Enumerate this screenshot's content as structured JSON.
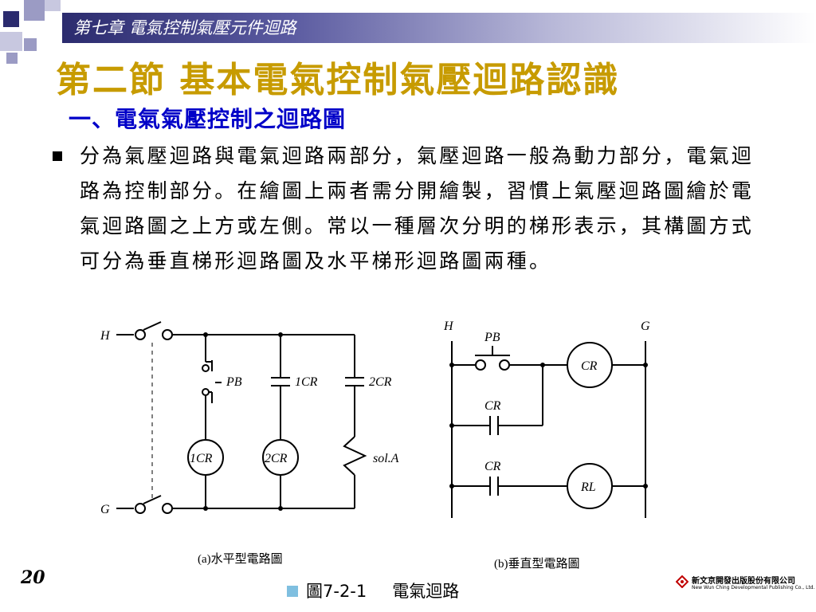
{
  "header": {
    "chapter": "第七章  電氣控制氣壓元件迴路"
  },
  "slide": {
    "title": "第二節 基本電氣控制氣壓迴路認識",
    "subtitle": "一、電氣氣壓控制之迴路圖",
    "bullet": "分為氣壓迴路與電氣迴路兩部分，氣壓迴路一般為動力部分，電氣迴路為控制部分。在繪圖上兩者需分開繪製，習慣上氣壓迴路圖繪於電氣迴路圖之上方或左側。常以一種層次分明的梯形表示，其構圖方式可分為垂直梯形迴路圖及水平梯形迴路圖兩種。"
  },
  "diagram_a": {
    "label_H": "H",
    "label_G": "G",
    "label_PB": "PB",
    "label_1CR_contact": "1CR",
    "label_2CR_contact": "2CR",
    "label_1CR_coil": "1CR",
    "label_2CR_coil": "2CR",
    "label_sol": "sol.A",
    "caption": "(a)水平型電路圖"
  },
  "diagram_b": {
    "label_H": "H",
    "label_G": "G",
    "label_PB": "PB",
    "label_CR_contact1": "CR",
    "label_CR_contact2": "CR",
    "label_CR_coil": "CR",
    "label_RL_coil": "RL",
    "caption": "(b)垂直型電路圖"
  },
  "footer": {
    "page_number": "20",
    "figure_label": "圖7-2-1",
    "figure_title": "電氣迴路",
    "publisher_name": "新文京開發出版股份有限公司",
    "publisher_en": "New Wun Ching Developmental Publishing Co., Ltd."
  },
  "colors": {
    "title": "#c79b00",
    "subtitle": "#0000c8",
    "banner_dark": "#2b2b6e",
    "decor_squares": "#9b9bc4"
  }
}
